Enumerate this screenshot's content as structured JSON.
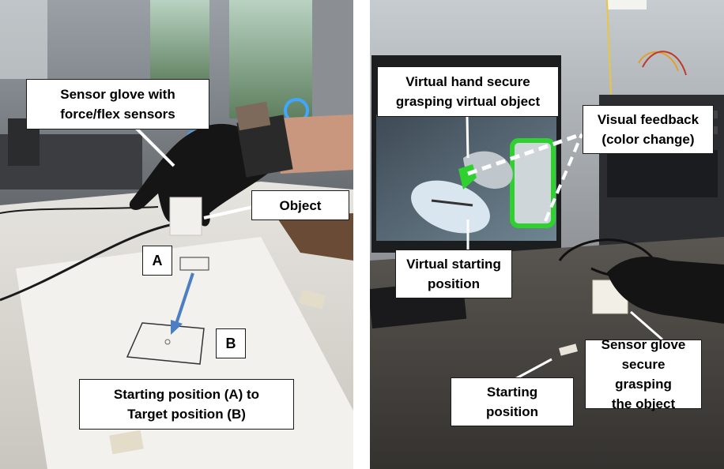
{
  "left_panel": {
    "labels": {
      "glove": "Sensor glove with\nforce/flex sensors",
      "object": "Object",
      "point_a": "A",
      "point_b": "B",
      "positions": "Starting position (A) to\nTarget position (B)"
    }
  },
  "right_panel": {
    "labels": {
      "virtual_hand": "Virtual hand secure\ngrasping virtual object",
      "visual_feedback": "Visual feedback\n(color change)",
      "virtual_start": "Virtual starting\nposition",
      "glove_grasp": "Sensor glove\nsecure grasping\nthe object",
      "start_position": "Starting\nposition"
    }
  },
  "colors": {
    "arrow": "#4a7fc4",
    "feedback_green": "#2fd12f",
    "dashed_line": "#ffffff"
  }
}
